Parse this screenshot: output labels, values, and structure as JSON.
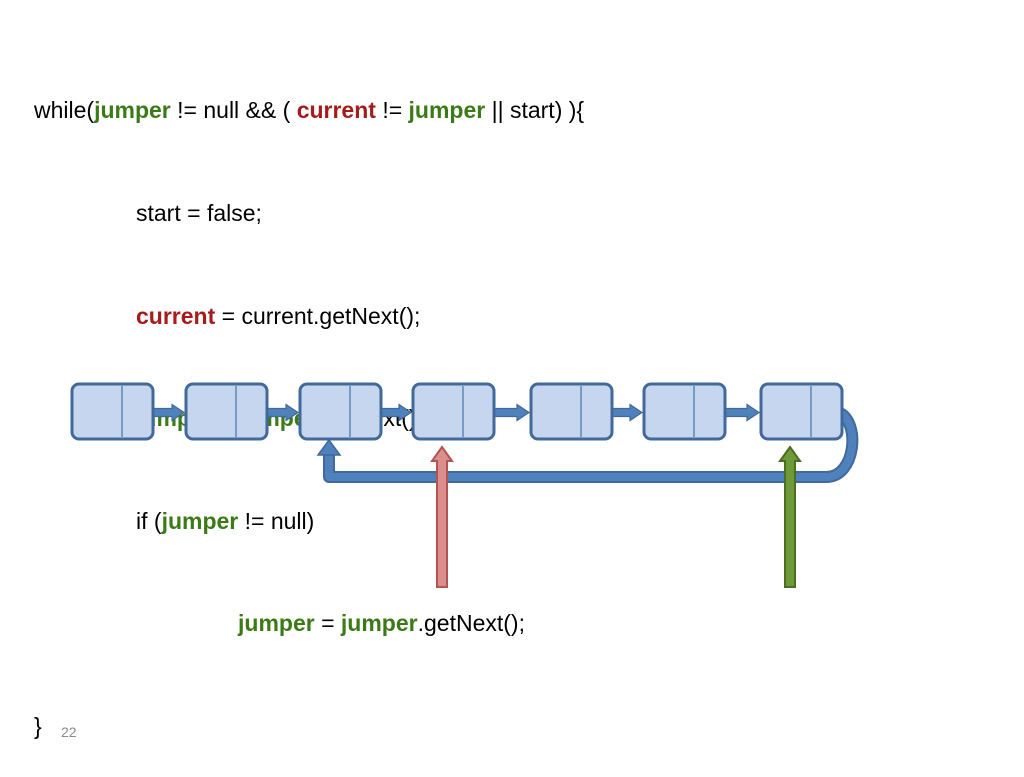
{
  "code": {
    "line1": [
      {
        "t": "while(",
        "k": "plain"
      },
      {
        "t": "jumper",
        "k": "jumper"
      },
      {
        "t": " != null && ( ",
        "k": "plain"
      },
      {
        "t": "current",
        "k": "current"
      },
      {
        "t": " != ",
        "k": "plain"
      },
      {
        "t": "jumper",
        "k": "jumper"
      },
      {
        "t": " || start) ){",
        "k": "plain"
      }
    ],
    "line2": [
      {
        "t": "start = false;",
        "k": "plain"
      }
    ],
    "line3": [
      {
        "t": "current",
        "k": "current"
      },
      {
        "t": " = current.getNext();",
        "k": "plain"
      }
    ],
    "line4": [
      {
        "t": "jumper",
        "k": "jumper"
      },
      {
        "t": " = ",
        "k": "plain"
      },
      {
        "t": "jumper",
        "k": "jumper"
      },
      {
        "t": ".getNext();",
        "k": "plain"
      }
    ],
    "line5": [
      {
        "t": "if (",
        "k": "plain"
      },
      {
        "t": "jumper",
        "k": "jumper"
      },
      {
        "t": " != null)",
        "k": "plain"
      }
    ],
    "line6": [
      {
        "t": "jumper",
        "k": "jumper"
      },
      {
        "t": " = ",
        "k": "plain"
      },
      {
        "t": "jumper",
        "k": "jumper"
      },
      {
        "t": ".getNext();",
        "k": "plain"
      }
    ],
    "line7": [
      {
        "t": "}",
        "k": "plain"
      }
    ]
  },
  "colors": {
    "jumper": "#3b7a16",
    "current": "#a61c1c",
    "node_fill": "#c5d6ee",
    "node_stroke": "#41699a",
    "link_arrow": "#4f81bd",
    "current_pointer_fill": "#da8f8c",
    "current_pointer_stroke": "#b35450",
    "jumper_pointer_fill": "#6f9a3a",
    "jumper_pointer_stroke": "#4b6d24"
  },
  "diagram": {
    "node_count": 7,
    "cycle_back_to_node": 3,
    "current_pointer_node": 4,
    "jumper_pointer_node": 7
  },
  "page_number": "22"
}
